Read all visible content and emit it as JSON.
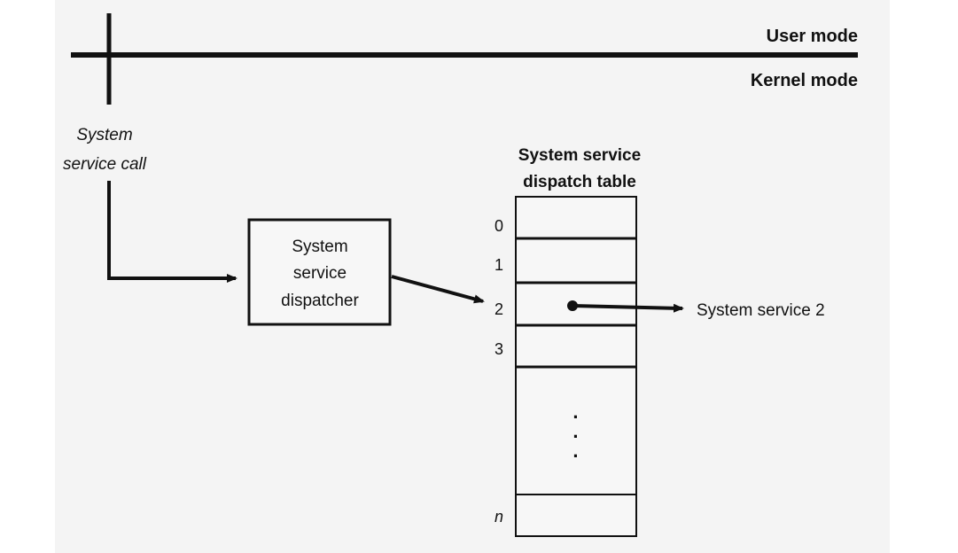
{
  "diagram": {
    "user_mode_label": "User mode",
    "kernel_mode_label": "Kernel mode",
    "call_label": [
      "System",
      "service call"
    ],
    "dispatcher_label": [
      "System",
      "service",
      "dispatcher"
    ],
    "table_title": [
      "System service",
      "dispatch table"
    ],
    "table_indices": [
      "0",
      "1",
      "2",
      "3",
      "n"
    ],
    "ellipsis": [
      "·",
      "·",
      "·"
    ],
    "target_label": "System service 2"
  },
  "colors": {
    "ink": "#111111",
    "panel": "#f4f4f4",
    "background": "#ffffff"
  }
}
